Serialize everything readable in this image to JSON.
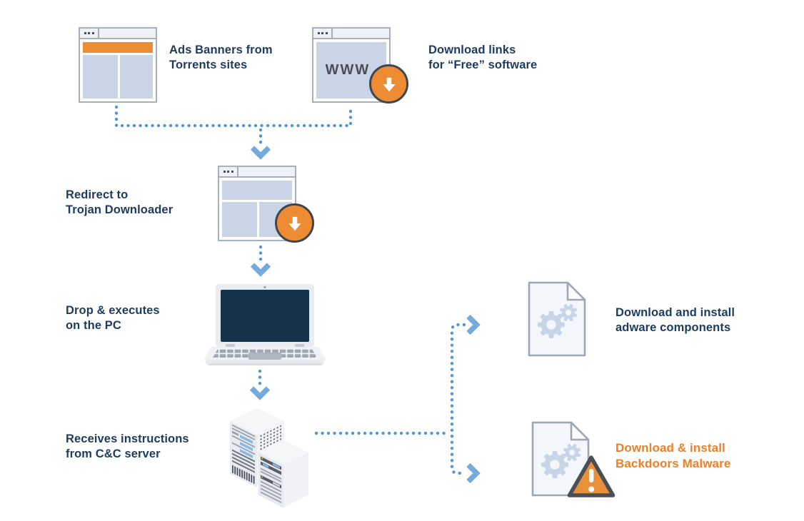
{
  "nodes": {
    "ads": {
      "label": "Ads Banners from\nTorrents sites"
    },
    "freeware": {
      "label": "Download links\nfor “Free” software",
      "browser_text": "WWW"
    },
    "trojan": {
      "label": "Redirect to\nTrojan Downloader"
    },
    "pc": {
      "label": "Drop & executes\non the PC"
    },
    "server": {
      "label": "Receives instructions\nfrom C&C server"
    },
    "adware": {
      "label": "Download and install\nadware components"
    },
    "backdoor": {
      "label": "Download & install\nBackdoors Malware"
    }
  },
  "icons": {
    "download_badge": "circled-down-arrow",
    "window_dots": "three-dots-window-control",
    "gears": "settings-gears",
    "warning": "exclamation-triangle",
    "arrows": "dotted-connector-with-chevron"
  },
  "colors": {
    "background": "#ffffff",
    "label_text": "#1c3b5e",
    "highlight_text": "#ed7f26",
    "accent_orange": "#ed8c33",
    "connector_blue": "#4f96d2",
    "arrowhead_blue": "#74aadc",
    "panel_blue": "#c9d5e6",
    "window_border": "#a7afba",
    "document_border": "#9da7b3",
    "gear_blue": "#c7d5e8",
    "screen_navy": "#16334e",
    "warning_fill": "#e8913a",
    "warning_border": "#4a4f57"
  }
}
